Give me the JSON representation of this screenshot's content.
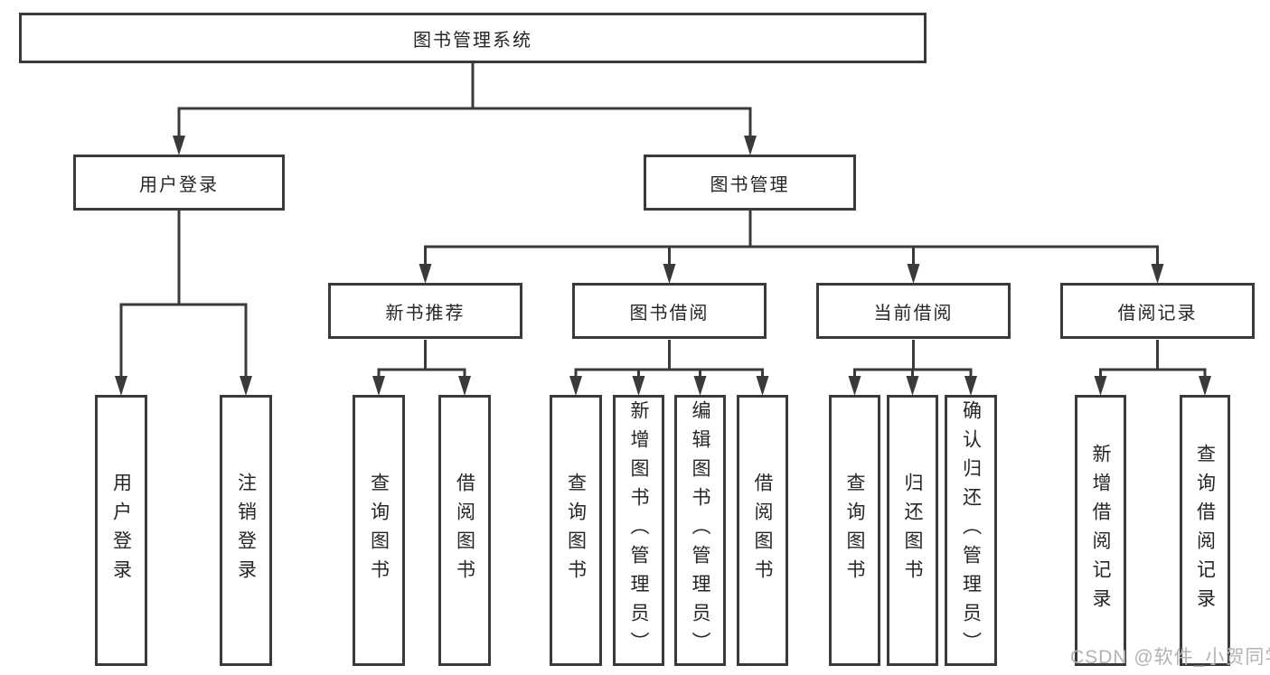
{
  "root": {
    "label": "图书管理系统"
  },
  "branches": {
    "user": {
      "label": "用户登录"
    },
    "manage": {
      "label": "图书管理"
    }
  },
  "modules": {
    "recommend": {
      "label": "新书推荐"
    },
    "borrow": {
      "label": "图书借阅"
    },
    "current": {
      "label": "当前借阅"
    },
    "record": {
      "label": "借阅记录"
    }
  },
  "leaves": {
    "user": [
      "用户登录",
      "注销登录"
    ],
    "recommend": [
      "查询图书",
      "借阅图书"
    ],
    "borrow": [
      "查询图书",
      "新增图书（管理员）",
      "编辑图书（管理员）",
      "借阅图书"
    ],
    "current": [
      "查询图书",
      "归还图书",
      "确认归还（管理员）"
    ],
    "record": [
      "新增借阅记录",
      "查询借阅记录"
    ]
  },
  "watermark": "CSDN @软件_小贺同学",
  "colors": {
    "line": "#3a3a3a",
    "text": "#262626",
    "watermark": "#b3b3b3",
    "background": "#ffffff"
  }
}
